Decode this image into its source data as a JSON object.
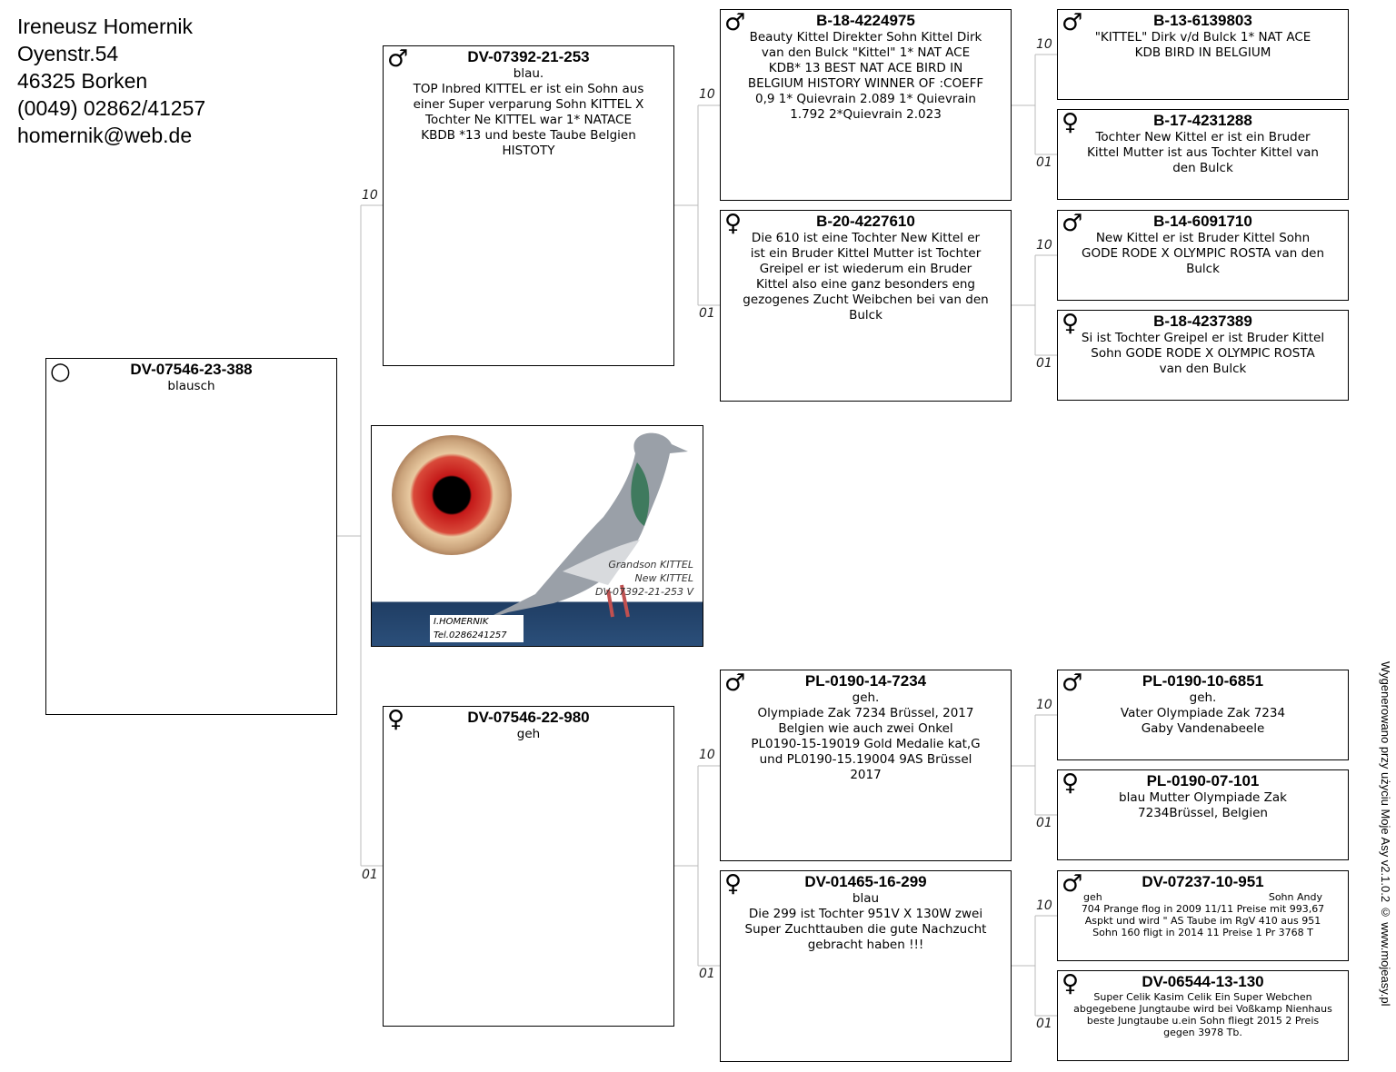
{
  "owner": {
    "name": "Ireneusz Homernik",
    "street": "Oyenstr.54",
    "city": "46325 Borken",
    "phone": "(0049) 02862/41257",
    "email": "homernik@web.de"
  },
  "photo": {
    "caption1": "Grandson KITTEL",
    "caption2": "New KITTEL",
    "caption3": "DV-07392-21-253 V",
    "tag1": "I.HOMERNIK",
    "tag2": "Tel.0286241257"
  },
  "credit": "Wygenerowano przy użyciu Moje Asy v2.1.0.2 © www.mojeasy.pl",
  "labels": {
    "sire": "10",
    "dam": "01"
  },
  "pedigree": [
    {
      "key": "subject",
      "gender": "unknown",
      "symbol": "○",
      "ring": "DV-07546-23-388",
      "lines": [
        "blausch"
      ]
    },
    {
      "key": "f",
      "gender": "male",
      "symbol": "♂",
      "ring": "DV-07392-21-253",
      "lines": [
        "blau.",
        "TOP Inbred KITTEL  er ist ein Sohn aus",
        "einer Super verparung Sohn  KITTEL X",
        "Tochter Ne KITTEL war 1* NATACE",
        "KBDB *13 und beste Taube Belgien",
        "HISTOTY"
      ]
    },
    {
      "key": "m",
      "gender": "female",
      "symbol": "♀",
      "ring": "DV-07546-22-980",
      "lines": [
        "geh"
      ]
    },
    {
      "key": "ff",
      "gender": "male",
      "symbol": "♂",
      "ring": "B-18-4224975",
      "lines": [
        "Beauty Kittel Direkter Sohn Kittel  Dirk",
        "van den Bulck \"Kittel\" 1* NAT ACE",
        "KDB* 13 BEST NAT ACE BIRD IN",
        "BELGIUM HISTORY WINNER OF :COEFF",
        "0,9 1* Quievrain 2.089  1* Quievrain",
        "1.792  2*Quievrain 2.023"
      ]
    },
    {
      "key": "fm",
      "gender": "female",
      "symbol": "♀",
      "ring": "B-20-4227610",
      "lines": [
        "Die 610 ist eine Tochter New Kittel er",
        "ist ein Bruder Kittel Mutter ist Tochter",
        "Greipel er ist wiederum ein Bruder",
        "Kittel also eine ganz besonders eng",
        "gezogenes Zucht Weibchen bei van den",
        "Bulck"
      ]
    },
    {
      "key": "mf",
      "gender": "male",
      "symbol": "♂",
      "ring": "PL-0190-14-7234",
      "lines": [
        "geh.",
        "Olympiade Zak 7234 Brüssel, 2017",
        "Belgien wie auch zwei Onkel",
        "PL0190-15-19019 Gold Medalie kat,G",
        "und PL0190-15.19004 9AS        Brüssel",
        "2017"
      ]
    },
    {
      "key": "mm",
      "gender": "female",
      "symbol": "♀",
      "ring": "DV-01465-16-299",
      "lines": [
        "blau",
        "Die 299 ist Tochter  951V X 130W zwei",
        "Super Zuchttauben die gute Nachzucht",
        "gebracht haben !!!"
      ]
    },
    {
      "key": "fff",
      "gender": "male",
      "symbol": "♂",
      "ring": "B-13-6139803",
      "lines": [
        "\"KITTEL\" Dirk v/d Bulck 1* NAT ACE",
        "KDB BIRD IN BELGIUM"
      ]
    },
    {
      "key": "ffm",
      "gender": "female",
      "symbol": "♀",
      "ring": "B-17-4231288",
      "lines": [
        "Tochter New Kittel er ist ein Bruder",
        "Kittel Mutter ist aus Tochter Kittel van",
        "den Bulck"
      ]
    },
    {
      "key": "fmf",
      "gender": "male",
      "symbol": "♂",
      "ring": "B-14-6091710",
      "lines": [
        "New Kittel er ist Bruder Kittel  Sohn",
        "GODE RODE X OLYMPIC ROSTA van den",
        "Bulck"
      ]
    },
    {
      "key": "fmm",
      "gender": "female",
      "symbol": "♀",
      "ring": "B-18-4237389",
      "lines": [
        "Si ist Tochter Greipel er ist Bruder Kittel",
        "Sohn GODE RODE X OLYMPIC ROSTA",
        "van den Bulck"
      ]
    },
    {
      "key": "mff",
      "gender": "male",
      "symbol": "♂",
      "ring": "PL-0190-10-6851",
      "lines": [
        "geh.",
        "Vater Olympiade Zak 7234",
        "Gaby Vandenabeele"
      ]
    },
    {
      "key": "mfm",
      "gender": "female",
      "symbol": "♀",
      "ring": "PL-0190-07-101",
      "lines": [
        "blau Mutter Olympiade Zak",
        "7234Brüssel, Belgien"
      ]
    },
    {
      "key": "mmf",
      "gender": "male",
      "symbol": "♂",
      "ring": "DV-07237-10-951",
      "lines": [
        [
          "geh",
          "Sohn Andy"
        ],
        "704 Prange flog in 2009 11/11 Preise mit 993,67",
        "Aspkt und wird \" AS Taube im RgV 410  aus 951",
        "Sohn 160 fligt in 2014 11 Preise 1 Pr 3768 T"
      ]
    },
    {
      "key": "mmm",
      "gender": "female",
      "symbol": "♀",
      "ring": "DV-06544-13-130",
      "lines": [
        "Super Celik Kasim Celik Ein Super Webchen",
        "abgegebene Jungtaube wird bei Voßkamp Nienhaus",
        "beste Jungtaube u.ein Sohn fliegt 2015 2 Preis",
        "gegen 3978 Tb."
      ]
    }
  ]
}
